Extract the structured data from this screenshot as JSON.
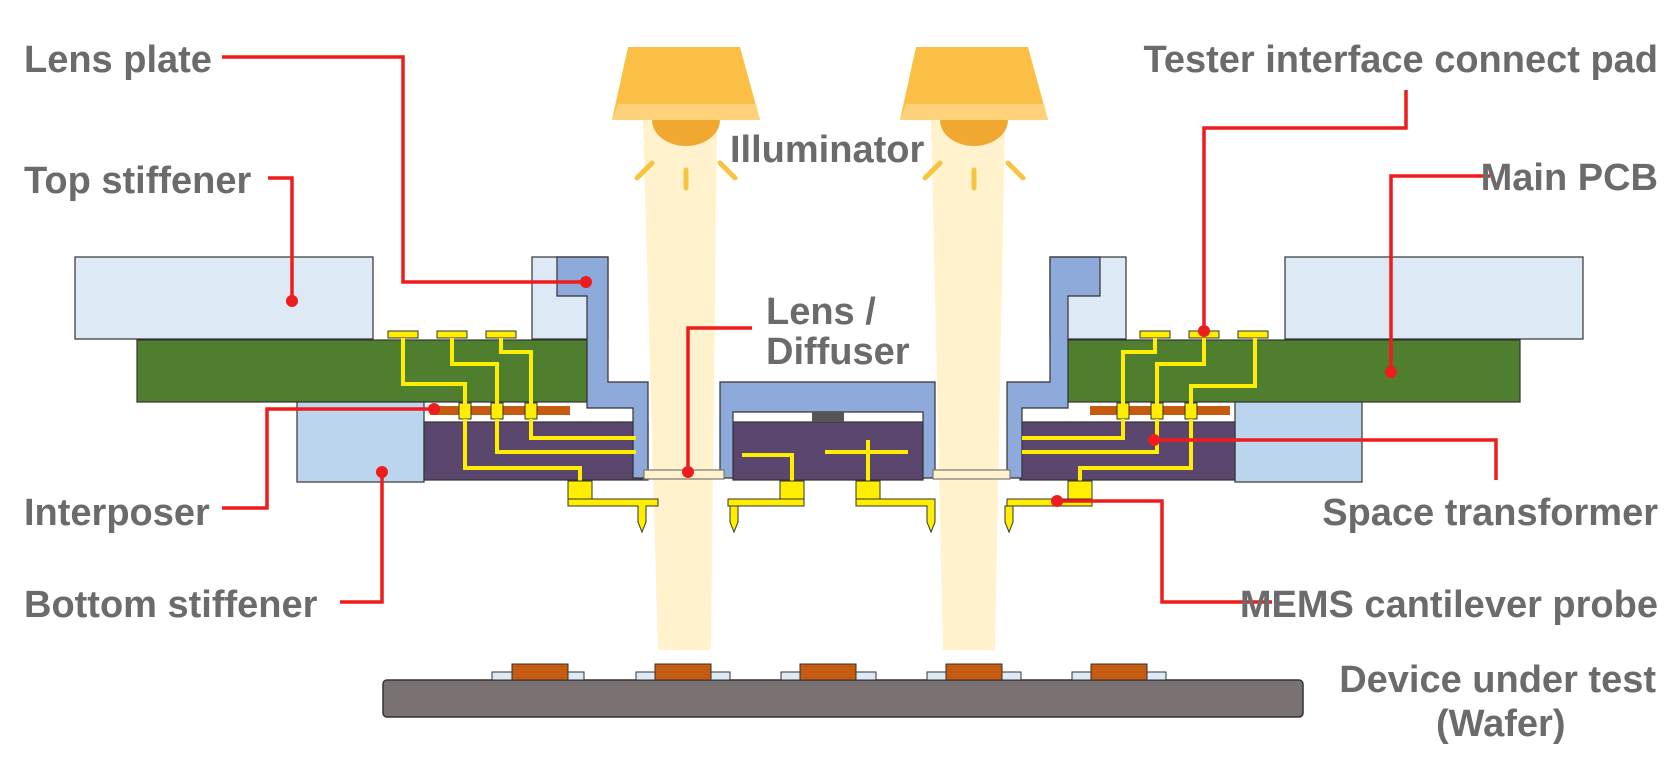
{
  "labels": {
    "lens_plate": "Lens plate",
    "top_stiffener": "Top stiffener",
    "interposer": "Interposer",
    "bottom_stiffener": "Bottom stiffener",
    "illuminator": "Illuminator",
    "lens_diffuser_line1": "Lens /",
    "lens_diffuser_line2": "Diffuser",
    "tester_interface_connect_pad": "Tester interface connect pad",
    "main_pcb": "Main PCB",
    "space_transformer": "Space transformer",
    "mems_cantilever_probe": "MEMS cantilever probe",
    "device_under_test_line1": "Device under test",
    "device_under_test_line2": "(Wafer)"
  },
  "colors": {
    "stiffener": "#dde9f5",
    "bottom_stiffener": "#bcd5ee",
    "pcb": "#4f7f2e",
    "lens_plate": "#8eaadb",
    "space_transformer": "#5b466e",
    "trace": "#ffee00",
    "leader": "#ee1c1c",
    "interposer_pad": "#c55a11",
    "wafer": "#7a7272",
    "beam": "#fff2cc",
    "lamp_top": "#fbbf45",
    "lamp_bottom": "#fdd27a",
    "label_text": "#6b6b6b"
  },
  "icons": [
    "illuminator-lamp-icon",
    "light-ray-icon"
  ]
}
